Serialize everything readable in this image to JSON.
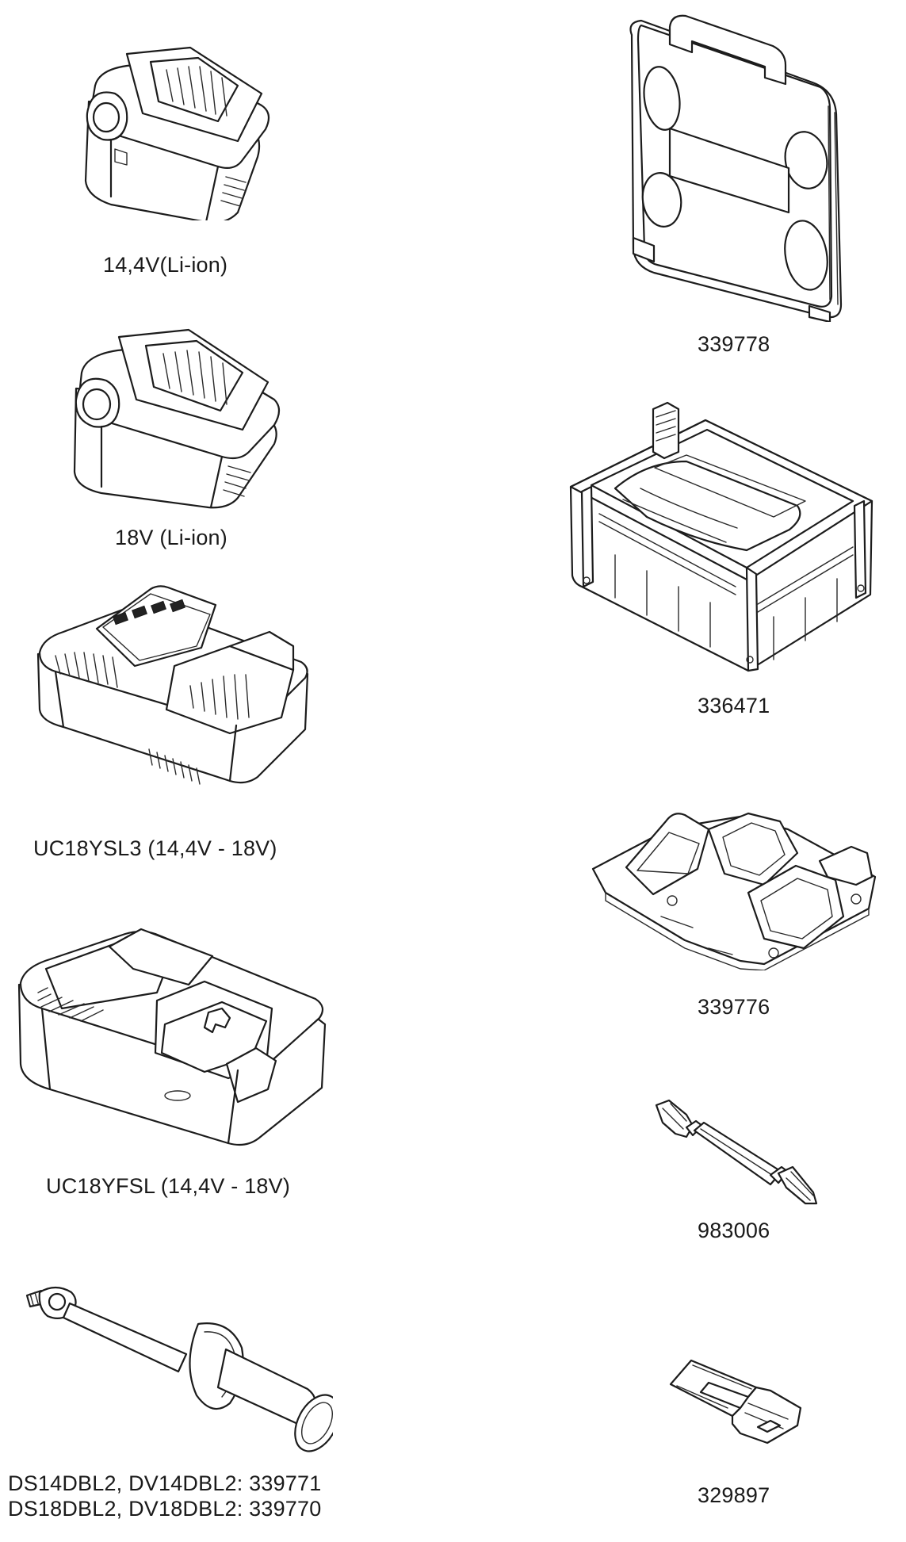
{
  "items": [
    {
      "id": "battery-14v",
      "image": "battery-pack-icon",
      "caption": "14,4V(Li-ion)"
    },
    {
      "id": "battery-18v",
      "image": "battery-pack-icon",
      "caption": "18V (Li-ion)"
    },
    {
      "id": "charger-ysl3",
      "image": "charger-icon",
      "caption": "UC18YSL3 (14,4V - 18V)"
    },
    {
      "id": "charger-yfsl",
      "image": "charger-icon",
      "caption": "UC18YFSL (14,4V - 18V)"
    },
    {
      "id": "side-handle",
      "image": "side-handle-icon",
      "caption_line1": "DS14DBL2, DV14DBL2: 339771",
      "caption_line2": "DS18DBL2, DV18DBL2: 339770"
    },
    {
      "id": "carry-case",
      "image": "carrying-case-icon",
      "caption": "339778"
    },
    {
      "id": "system-case",
      "image": "system-case-icon",
      "caption": "336471"
    },
    {
      "id": "case-insert",
      "image": "case-insert-icon",
      "caption": "339776"
    },
    {
      "id": "bit",
      "image": "screwdriver-bit-icon",
      "caption": "983006"
    },
    {
      "id": "belt-hook",
      "image": "belt-hook-icon",
      "caption": "329897"
    }
  ]
}
